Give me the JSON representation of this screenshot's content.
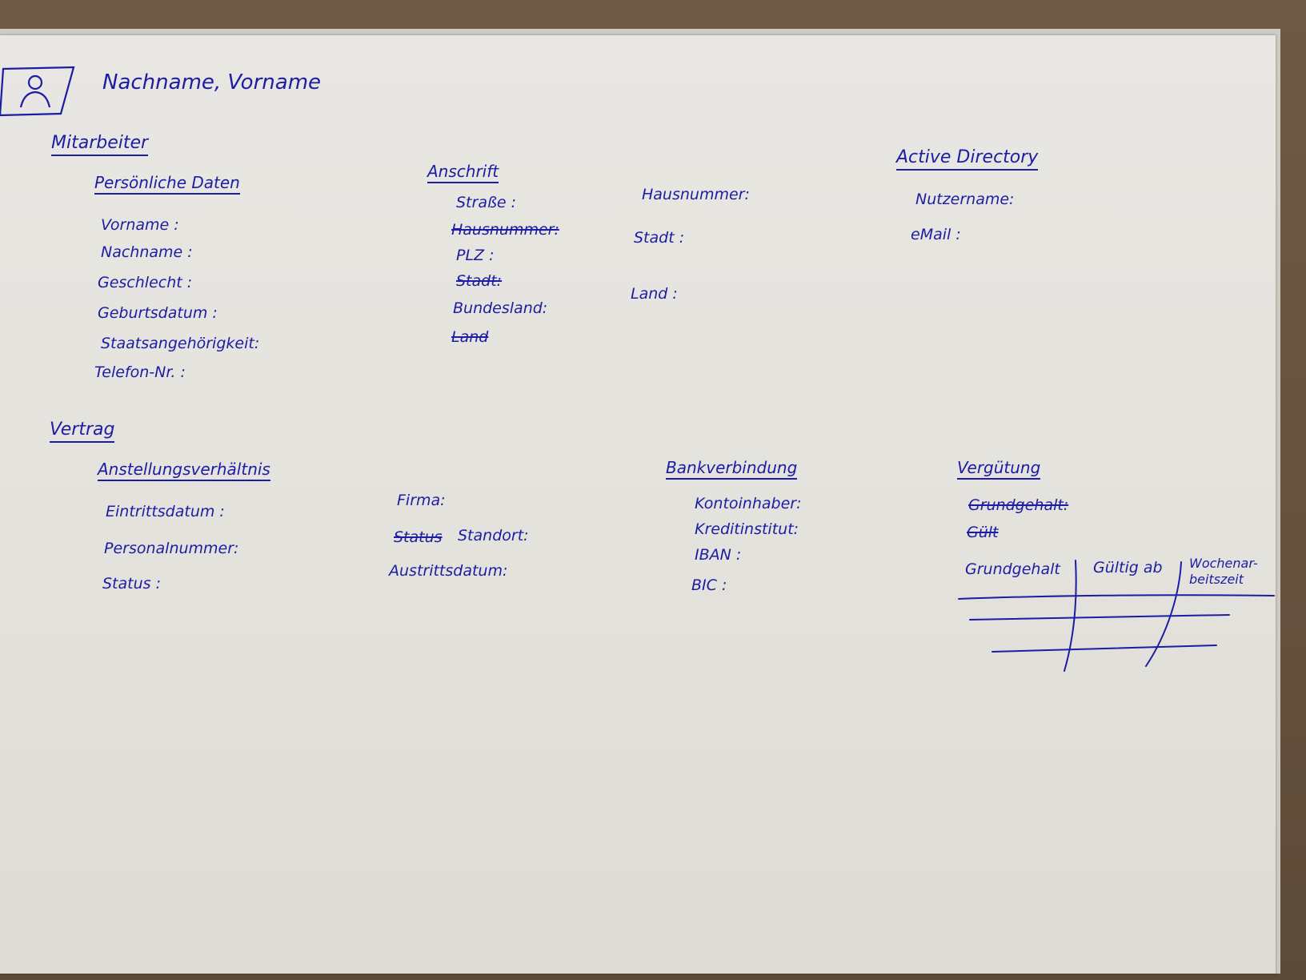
{
  "header": {
    "name": "Nachname, Vorname"
  },
  "mitarbeiter": {
    "title": "Mitarbeiter",
    "persoenlich": {
      "title": "Persönliche Daten",
      "fields": [
        "Vorname :",
        "Nachname :",
        "Geschlecht :",
        "Geburtsdatum :",
        "Staatsangehörigkeit:",
        "Telefon-Nr. :"
      ]
    },
    "anschrift": {
      "title": "Anschrift",
      "col1": [
        "Straße :",
        "Hausnummer:",
        "PLZ :",
        "Stadt:",
        "Bundesland:",
        "Land"
      ],
      "col2": [
        "Hausnummer:",
        "Stadt :",
        "Land :"
      ]
    },
    "ad": {
      "title": "Active Directory",
      "fields": [
        "Nutzername:",
        "eMail :"
      ]
    }
  },
  "vertrag": {
    "title": "Vertrag",
    "anstellung": {
      "title": "Anstellungsverhältnis",
      "col1": [
        "Eintrittsdatum :",
        "Personalnummer:",
        "Status :"
      ],
      "col2": [
        "Firma:",
        "Status",
        "Standort:",
        "Austrittsdatum:"
      ]
    },
    "bank": {
      "title": "Bankverbindung",
      "fields": [
        "Kontoinhaber:",
        "Kreditinstitut:",
        "IBAN :",
        "BIC :"
      ]
    },
    "verguetung": {
      "title": "Vergütung",
      "struck": [
        "Grundgehalt:",
        "Gült"
      ],
      "columns": [
        "Grundgehalt",
        "Gültig ab",
        "Wochenar-",
        "beitszeit"
      ]
    }
  }
}
